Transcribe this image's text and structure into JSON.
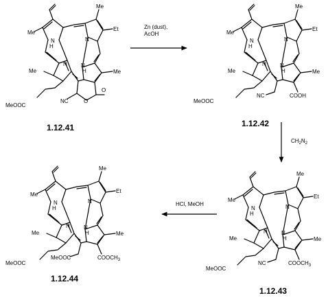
{
  "labels": {
    "nh": "N",
    "h": "H",
    "n": "N",
    "me": "Me",
    "et": "Et",
    "o": "O",
    "nc": "NC",
    "meooc": "MeOOC",
    "cooh": "COOH",
    "cooch3": "COOCH",
    "cooch3_sub": "3",
    "meooc_branch": "MeOOC"
  },
  "reactions": {
    "r1_line1": "Zn (dust),",
    "r1_line2": "AcOH",
    "r2_main": "CH",
    "r2_sub1": "2",
    "r2_mid": "N",
    "r2_sub2": "2",
    "r3": "HCl, MeOH"
  },
  "compounds": {
    "c1": "1.12.41",
    "c2": "1.12.42",
    "c3": "1.12.43",
    "c4": "1.12.44"
  },
  "colors": {
    "ink": "#000000",
    "background": "#ffffff"
  }
}
